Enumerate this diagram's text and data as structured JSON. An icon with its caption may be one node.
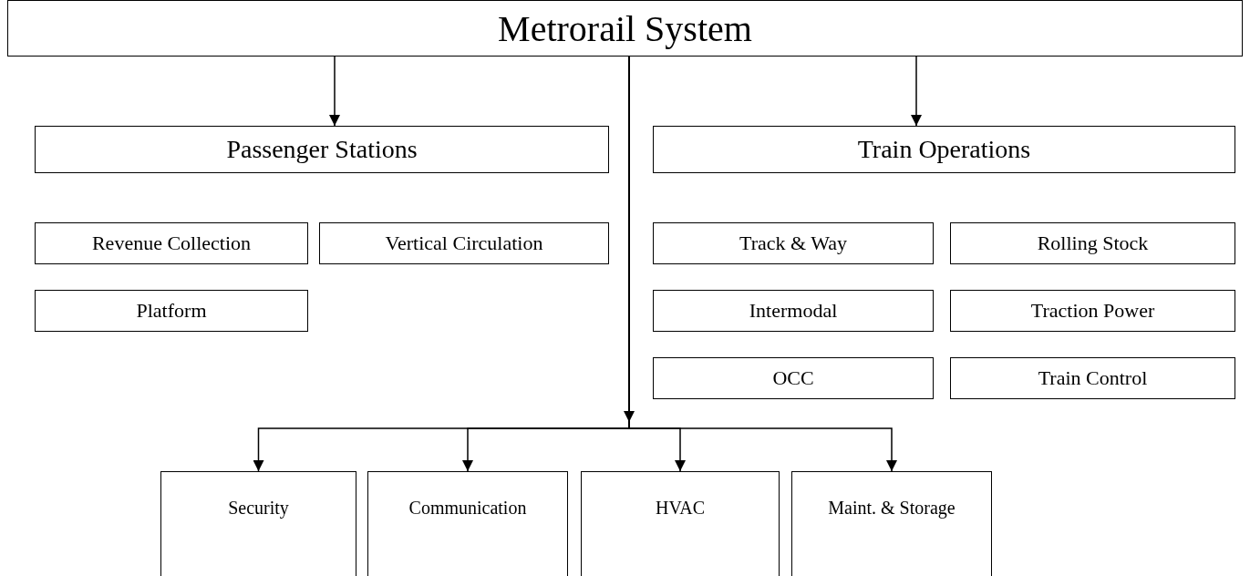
{
  "diagram": {
    "nodes": [
      {
        "text": [
          "Metrorail System"
        ]
      },
      {
        "text": [
          "Passenger Stations"
        ]
      },
      {
        "text": [
          "Revenue Collection"
        ]
      },
      {
        "text": [
          "Vertical Circulation"
        ]
      },
      {
        "text": [
          "Platform"
        ]
      },
      {
        "text": [
          "Train Operations"
        ]
      },
      {
        "text": [
          "Track & Way"
        ]
      },
      {
        "text": [
          "Rolling Stock"
        ]
      },
      {
        "text": [
          "Intermodal"
        ]
      },
      {
        "text": [
          "Traction Power"
        ]
      },
      {
        "text": [
          "OCC"
        ]
      },
      {
        "text": [
          "Train Control"
        ]
      },
      {
        "text": [
          "Security"
        ]
      },
      {
        "text": [
          "Communication"
        ]
      },
      {
        "text": [
          "HVAC"
        ]
      },
      {
        "text": [
          "Maint. & Storage"
        ]
      }
    ],
    "edges": [
      {
        "from": 0,
        "to": 1,
        "arrow": "to"
      },
      {
        "from": 0,
        "to": 5,
        "arrow": "to"
      },
      {
        "from": 0,
        "to": 12,
        "arrow": "to"
      },
      {
        "from": 0,
        "to": 13,
        "arrow": "to"
      },
      {
        "from": 0,
        "to": 14,
        "arrow": "to"
      },
      {
        "from": 0,
        "to": 15,
        "arrow": "to"
      }
    ]
  }
}
